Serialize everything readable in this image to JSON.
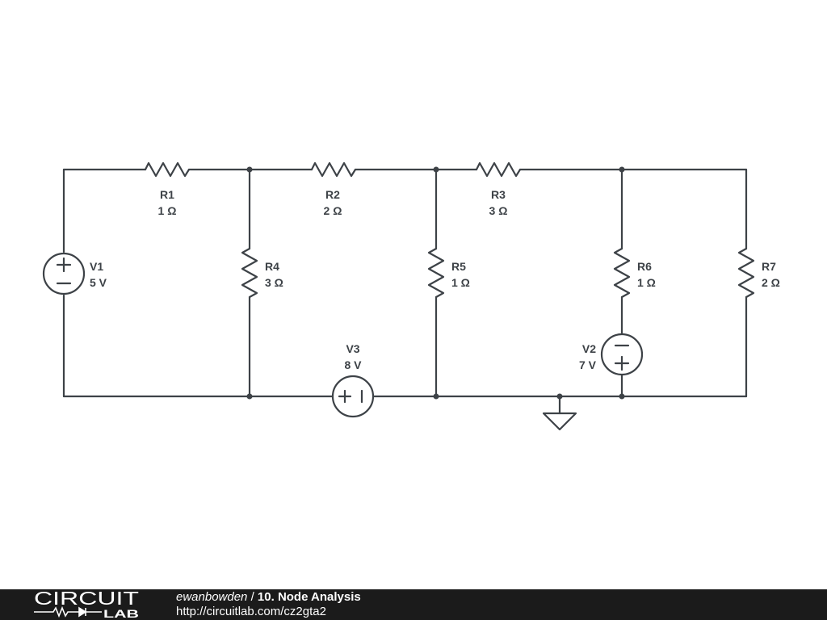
{
  "components": {
    "R1": {
      "name": "R1",
      "value": "1 Ω"
    },
    "R2": {
      "name": "R2",
      "value": "2 Ω"
    },
    "R3": {
      "name": "R3",
      "value": "3 Ω"
    },
    "R4": {
      "name": "R4",
      "value": "3 Ω"
    },
    "R5": {
      "name": "R5",
      "value": "1 Ω"
    },
    "R6": {
      "name": "R6",
      "value": "1 Ω"
    },
    "R7": {
      "name": "R7",
      "value": "2 Ω"
    },
    "V1": {
      "name": "V1",
      "value": "5 V"
    },
    "V2": {
      "name": "V2",
      "value": "7 V"
    },
    "V3": {
      "name": "V3",
      "value": "8 V"
    }
  },
  "footer": {
    "logo_top": "CIRCUIT",
    "logo_bottom": "LAB",
    "user": "ewanbowden",
    "separator": " / ",
    "title": "10. Node Analysis",
    "url": "http://circuitlab.com/cz2gta2"
  },
  "colors": {
    "line": "#3d4247",
    "footer_bg": "#1b1b1b",
    "footer_text": "#ffffff"
  }
}
